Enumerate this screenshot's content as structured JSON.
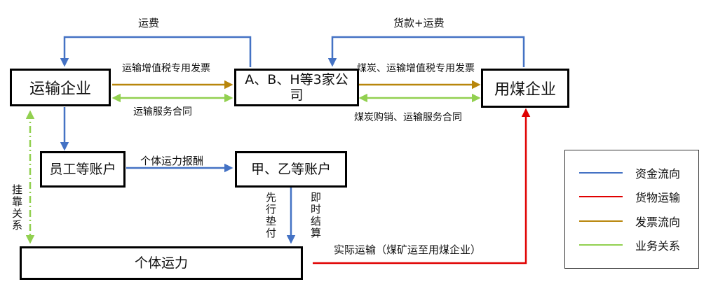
{
  "nodes": {
    "transport_company": "运输企业",
    "intermediary_companies": "A、B、H等3家公司",
    "coal_company": "用煤企业",
    "employee_accounts": "员工等账户",
    "jia_yi_accounts": "甲、乙等账户",
    "individual_carriers": "个体运力"
  },
  "edge_labels": {
    "freight": "运费",
    "payment_plus_freight": "货款+运费",
    "transport_vat_invoice": "运输增值税专用发票",
    "coal_transport_vat_invoice": "煤炭、运输增值税专用发票",
    "transport_service_contract": "运输服务合同",
    "coal_purchase_transport_contract": "煤炭购销、运输服务合同",
    "individual_pay": "个体运力报酬",
    "affiliation": "挂靠关系",
    "advance_payment": "先行垫付",
    "immediate_settlement": "即时结算",
    "actual_transport": "实际运输（煤矿运至用煤企业）"
  },
  "legend": [
    {
      "label": "资金流向",
      "color": "#4472C4"
    },
    {
      "label": "货物运输",
      "color": "#E00000"
    },
    {
      "label": "发票流向",
      "color": "#B8860B"
    },
    {
      "label": "业务关系",
      "color": "#92D050"
    }
  ],
  "colors": {
    "funds": "#4472C4",
    "goods": "#E00000",
    "invoice": "#B8860B",
    "business": "#92D050"
  }
}
